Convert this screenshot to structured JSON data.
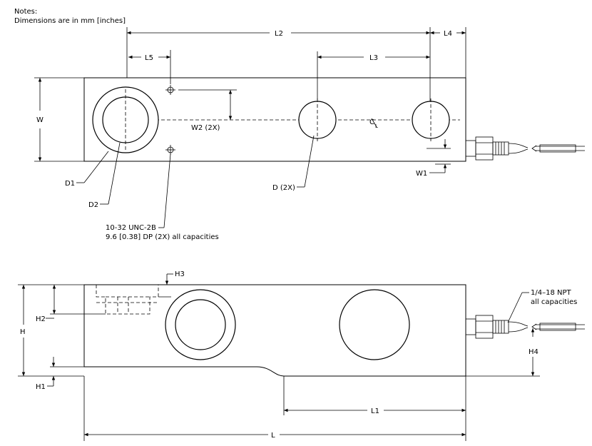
{
  "notes": {
    "heading": "Notes:",
    "line1": "Dimensions are in mm [inches]"
  },
  "top_view": {
    "dims": {
      "L2": "L2",
      "L4": "L4",
      "L5": "L5",
      "L3": "L3",
      "W": "W",
      "W2": "W2  (2X)",
      "W1": "W1",
      "D1": "D1",
      "D2": "D2",
      "D": "D  (2X)",
      "CL": "C"
    },
    "thread_note": {
      "line1": "10-32 UNC-2B",
      "line2": "9.6 [0.38] DP (2X) all capacities"
    }
  },
  "side_view": {
    "dims": {
      "H": "H",
      "H1": "H1",
      "H2": "H2",
      "H3": "H3",
      "H4": "H4",
      "L": "L",
      "L1": "L1"
    },
    "npt_note": {
      "line1": "1/4–18 NPT",
      "line2": "all capacities"
    }
  }
}
